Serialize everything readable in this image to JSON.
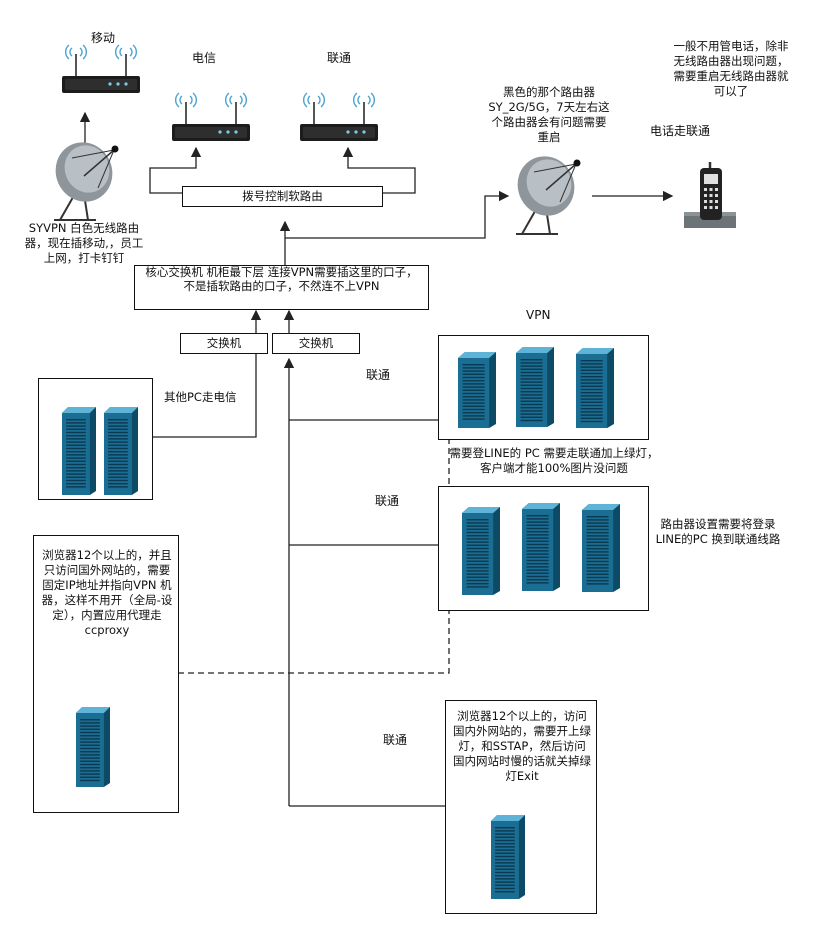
{
  "labels": {
    "mobile": "移动",
    "telecom": "电信",
    "unicom": "联通",
    "dial_router": "拨号控制软路由",
    "core_switch": "核心交换机 机柜最下层 连接VPN需要插这里的口子，不是插软路由的口子，不然连不上VPN",
    "switch_left": "交换机",
    "switch_right": "交换机",
    "syvpn_note": "SYVPN 白色无线路由器，现在插移动,，员工上网，打卡钉钉",
    "black_router_note": "黑色的那个路由器SY_2G/5G，7天左右这个路由器会有问题需要重启",
    "phone_note": "一般不用管电话，除非无线路由器出现问题，需要重启无线路由器就可以了",
    "phone_unicom": "电话走联通",
    "vpn_title": "VPN",
    "unicom_1": "联通",
    "unicom_2": "联通",
    "unicom_3": "联通",
    "other_pc": "其他PC走电信",
    "line_pc_note": "需要登LINE的 PC 需要走联通加上绿灯，客户端才能100%图片没问题",
    "router_setting_note": "路由器设置需要将登录LINE的PC 换到联通线路",
    "browser_fixed_ip": "浏览器12个以上的，并且只访问国外网站的，需要固定IP地址并指向VPN 机器，这样不用开（全局-设定），内置应用代理走ccproxy",
    "browser_sstap": "浏览器12个以上的，访问国内外网站的，需要开上绿灯，和SSTAP，然后访问国内网站时慢的话就关掉绿灯Exit"
  },
  "colors": {
    "server_main": "#1a6e93",
    "server_light": "#5fb3d6",
    "server_dark": "#0d4a66",
    "dish_gray": "#8e959b",
    "line": "#222222"
  }
}
